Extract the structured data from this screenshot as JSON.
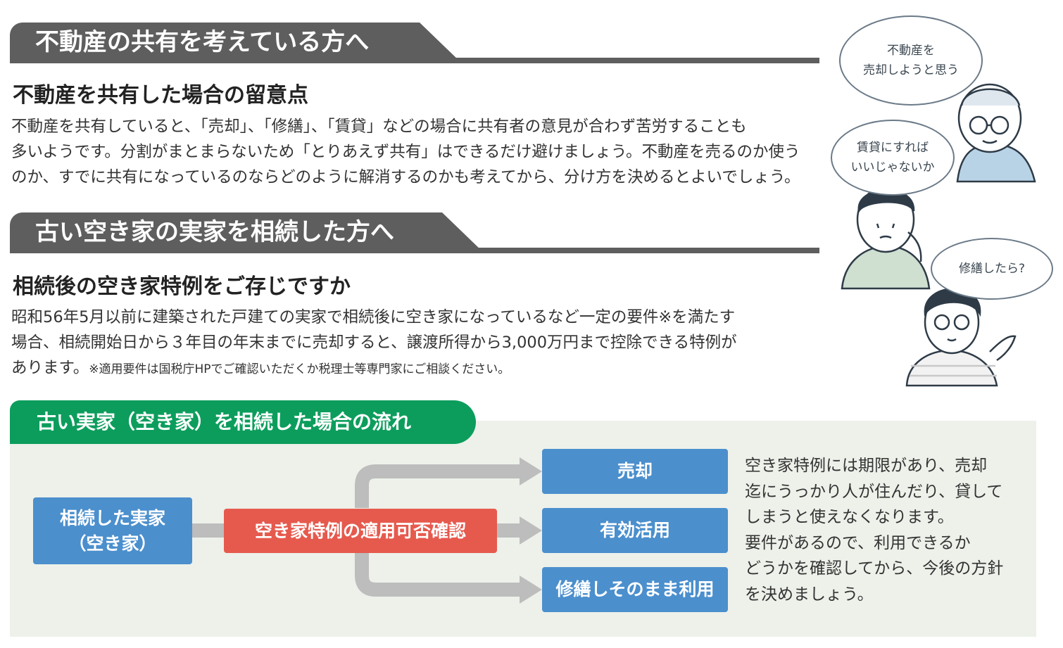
{
  "section1": {
    "title": "不動産の共有を考えている方へ",
    "heading": "不動産を共有した場合の留意点",
    "body_lines": [
      "不動産を共有していると、「売却」、「修繕」、「賃貸」などの場合に共有者の意見が合わず苦労することも",
      "多いようです。分割がまとまらないため「とりあえず共有」はできるだけ避けましょう。不動産を売るのか使う",
      "のか、すでに共有になっているのならどのように解消するのかも考えてから、分け方を決めるとよいでしょう。"
    ]
  },
  "section2": {
    "title": "古い空き家の実家を相続した方へ",
    "heading": "相続後の空き家特例をご存じですか",
    "body_lines": [
      "昭和56年5月以前に建築された戸建ての実家で相続後に空き家になっているなど一定の要件※を満たす",
      "場合、相続開始日から３年目の年末までに売却すると、譲渡所得から3,000万円まで控除できる特例が"
    ],
    "body_last": "あります。",
    "note": "※適用要件は国税庁HPでご確認いただくか税理士等専門家にご相談ください。"
  },
  "bubbles": {
    "elder": [
      "不動産を",
      "売却しようと思う"
    ],
    "man": [
      "賃貸にすれば",
      "いいじゃないか"
    ],
    "woman": [
      "修繕したら?"
    ]
  },
  "flow": {
    "title": "古い実家（空き家）を相続した場合の流れ",
    "start": [
      "相続した実家",
      "（空き家）"
    ],
    "check": "空き家特例の適用可否確認",
    "options": [
      "売却",
      "有効活用",
      "修繕しそのまま利用"
    ],
    "note_lines": [
      "空き家特例には期限があり、売却",
      "迄にうっかり人が住んだり、貸して",
      "しまうと使えなくなります。",
      "要件があるので、利用できるか",
      "どうかを確認してから、今後の方針",
      "を決めましょう。"
    ]
  },
  "colors": {
    "header_gray": "#5e5e5e",
    "flow_green": "#0c9d5c",
    "flow_bg": "#edf1ea",
    "box_blue": "#4b8fcd",
    "box_red": "#e65a4e",
    "arrow_gray": "#bdbdbd"
  }
}
